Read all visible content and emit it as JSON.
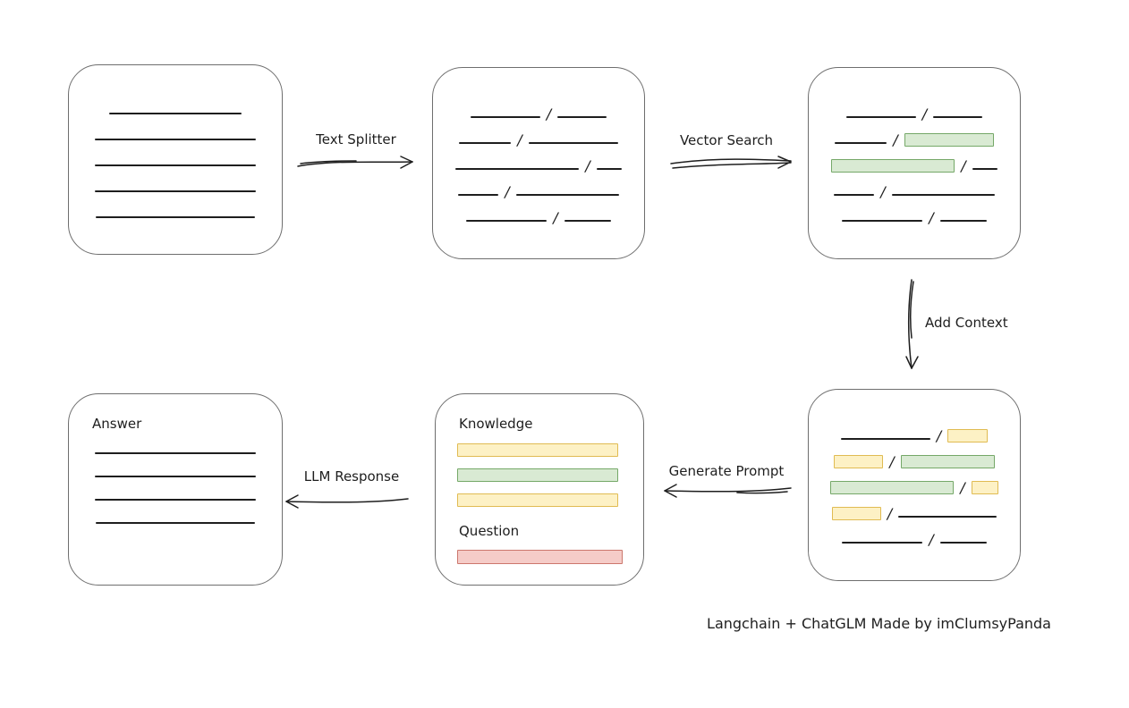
{
  "colors": {
    "stroke": "#1e1e1e",
    "box_stroke": "#6e6e6e",
    "green_fill": "#d9ead3",
    "green_stroke": "#75a868",
    "yellow_fill": "#fdf1c5",
    "yellow_stroke": "#e0bb52",
    "red_fill": "#f5ccc8",
    "red_stroke": "#cc776d"
  },
  "arrows": {
    "text_splitter": {
      "label": "Text Splitter"
    },
    "vector_search": {
      "label": "Vector Search"
    },
    "add_context": {
      "label": "Add Context"
    },
    "generate_prompt": {
      "label": "Generate Prompt"
    },
    "llm_response": {
      "label": "LLM Response"
    }
  },
  "source_box": {
    "rows": [
      [
        {
          "t": "line",
          "w": 148
        }
      ],
      [
        {
          "t": "line",
          "w": 180
        }
      ],
      [
        {
          "t": "line",
          "w": 180
        }
      ],
      [
        {
          "t": "line",
          "w": 180
        }
      ],
      [
        {
          "t": "line",
          "w": 178
        }
      ]
    ]
  },
  "chunks_box": {
    "rows": [
      [
        {
          "t": "line",
          "w": 78
        },
        {
          "t": "slash"
        },
        {
          "t": "line",
          "w": 55
        }
      ],
      [
        {
          "t": "line",
          "w": 58
        },
        {
          "t": "slash"
        },
        {
          "t": "line",
          "w": 100
        }
      ],
      [
        {
          "t": "line",
          "w": 138
        },
        {
          "t": "slash"
        },
        {
          "t": "line",
          "w": 28
        }
      ],
      [
        {
          "t": "line",
          "w": 45
        },
        {
          "t": "slash"
        },
        {
          "t": "line",
          "w": 115
        }
      ],
      [
        {
          "t": "line",
          "w": 90
        },
        {
          "t": "slash"
        },
        {
          "t": "line",
          "w": 52
        }
      ]
    ]
  },
  "search_box": {
    "rows": [
      [
        {
          "t": "line",
          "w": 78
        },
        {
          "t": "slash"
        },
        {
          "t": "line",
          "w": 55
        }
      ],
      [
        {
          "t": "line",
          "w": 58
        },
        {
          "t": "slash"
        },
        {
          "t": "green",
          "w": 100
        }
      ],
      [
        {
          "t": "green",
          "w": 138
        },
        {
          "t": "slash"
        },
        {
          "t": "line",
          "w": 28
        }
      ],
      [
        {
          "t": "line",
          "w": 45
        },
        {
          "t": "slash"
        },
        {
          "t": "line",
          "w": 115
        }
      ],
      [
        {
          "t": "line",
          "w": 90
        },
        {
          "t": "slash"
        },
        {
          "t": "line",
          "w": 52
        }
      ]
    ]
  },
  "context_box": {
    "rows": [
      [
        {
          "t": "line",
          "w": 100
        },
        {
          "t": "slash"
        },
        {
          "t": "yellow",
          "w": 45
        }
      ],
      [
        {
          "t": "yellow",
          "w": 55
        },
        {
          "t": "slash"
        },
        {
          "t": "green",
          "w": 105
        }
      ],
      [
        {
          "t": "green",
          "w": 138
        },
        {
          "t": "slash"
        },
        {
          "t": "yellow",
          "w": 30
        }
      ],
      [
        {
          "t": "yellow",
          "w": 55
        },
        {
          "t": "slash"
        },
        {
          "t": "line",
          "w": 110
        }
      ],
      [
        {
          "t": "line",
          "w": 90
        },
        {
          "t": "slash"
        },
        {
          "t": "line",
          "w": 52
        }
      ]
    ]
  },
  "prompt_box": {
    "knowledge_label": "Knowledge",
    "question_label": "Question",
    "knowledge_rows": [
      [
        {
          "t": "yellow",
          "w": 180
        }
      ],
      [
        {
          "t": "green",
          "w": 180
        }
      ],
      [
        {
          "t": "yellow",
          "w": 180
        }
      ]
    ],
    "question_rows": [
      [
        {
          "t": "red",
          "w": 185
        }
      ]
    ]
  },
  "answer_box": {
    "label": "Answer",
    "rows": [
      [
        {
          "t": "line",
          "w": 180
        }
      ],
      [
        {
          "t": "line",
          "w": 180
        }
      ],
      [
        {
          "t": "line",
          "w": 180
        }
      ],
      [
        {
          "t": "line",
          "w": 178
        }
      ]
    ]
  },
  "caption": {
    "text": "Langchain + ChatGLM Made by imClumsyPanda"
  }
}
